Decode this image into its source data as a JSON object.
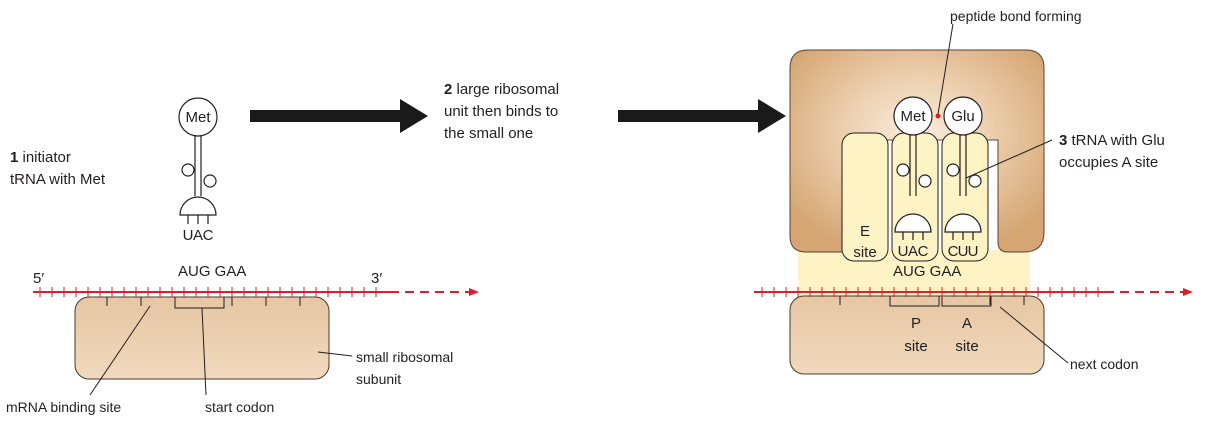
{
  "step1": {
    "num": "1",
    "line1": " initiator",
    "line2": "tRNA with Met"
  },
  "step2": {
    "num": "2",
    "line1": " large ribosomal",
    "line2": "unit then binds to",
    "line3": "the small one"
  },
  "step3": {
    "num": "3",
    "line1": " tRNA with Glu",
    "line2": "occupies A site"
  },
  "peptide_label": "peptide bond forming",
  "left": {
    "amino_acid": "Met",
    "anticodon": [
      "U",
      "A",
      "C"
    ],
    "codons": "AUG GAA",
    "five_prime": "5′",
    "three_prime": "3′",
    "small_subunit_line1": "small ribosomal",
    "small_subunit_line2": "subunit",
    "mrna_binding_site": "mRNA binding site",
    "start_codon": "start codon"
  },
  "right": {
    "amino_acid_1": "Met",
    "amino_acid_2": "Glu",
    "anticodon_1": [
      "U",
      "A",
      "C"
    ],
    "anticodon_2": [
      "C",
      "U",
      "U"
    ],
    "codons": "AUG GAA",
    "e_site_line1": "E",
    "e_site_line2": "site",
    "p_site_line1": "P",
    "p_site_line2": "site",
    "a_site_line1": "A",
    "a_site_line2": "site",
    "next_codon": "next codon"
  },
  "colors": {
    "mrna": "#e11d2a",
    "subunit": "#e9c9a6",
    "large_subunit_edge": "#d8a774",
    "site_fill": "#fdf3c4",
    "arrow": "#1a1a1a"
  }
}
